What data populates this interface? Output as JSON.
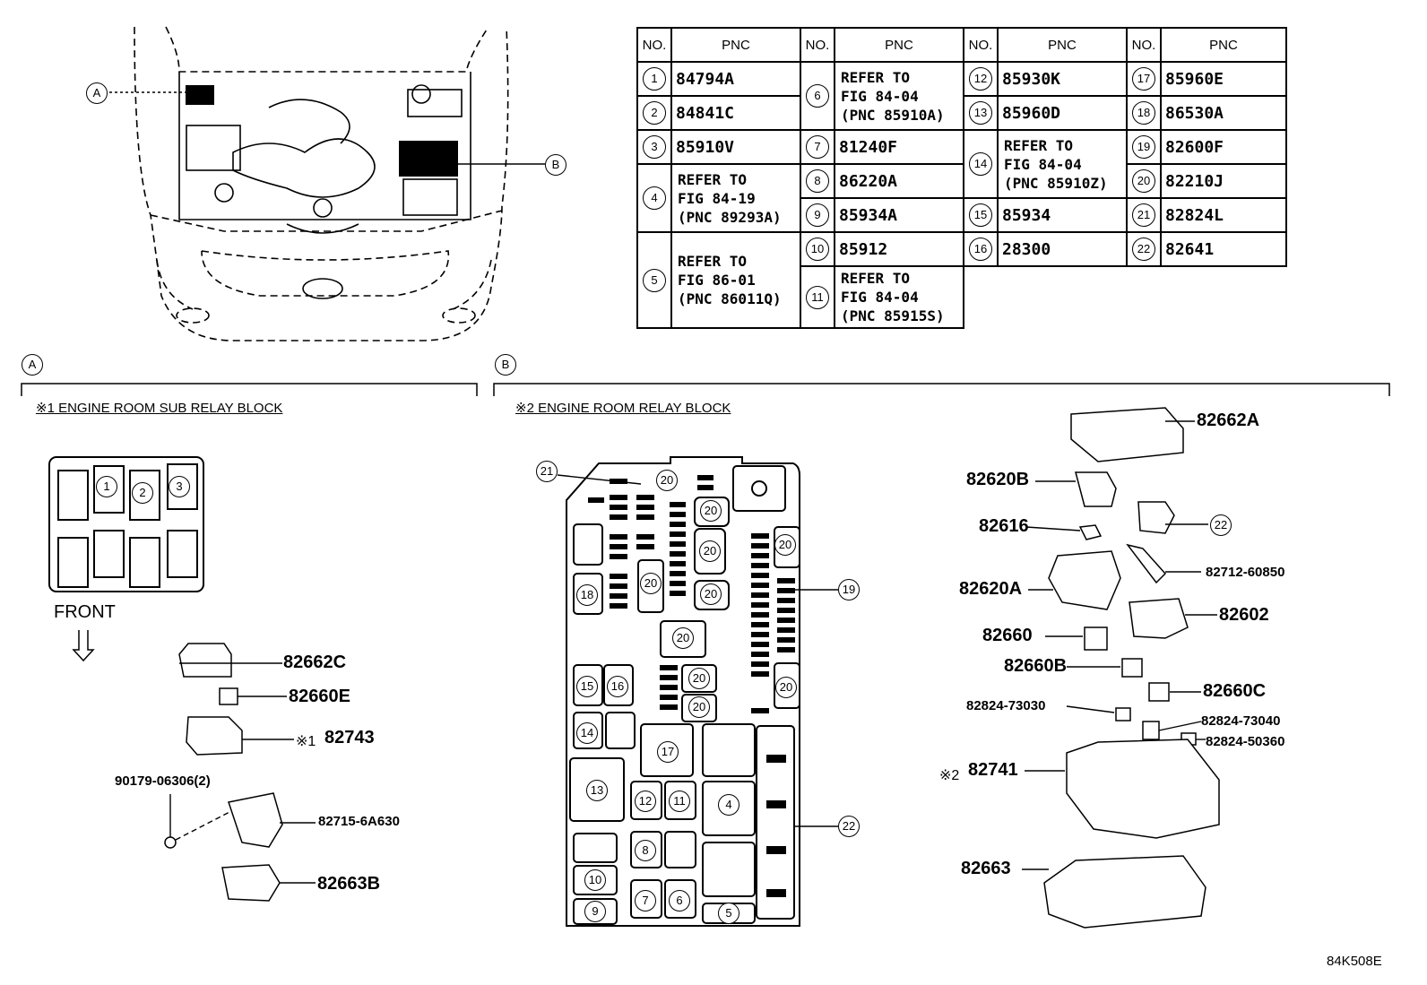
{
  "table": {
    "col_no": "NO.",
    "col_pnc": "PNC",
    "rows": [
      {
        "no": "1",
        "pnc": "84794A"
      },
      {
        "no": "2",
        "pnc": "84841C"
      },
      {
        "no": "3",
        "pnc": "85910V"
      },
      {
        "no": "4",
        "pnc": "REFER TO\nFIG 84-19\n(PNC 89293A)"
      },
      {
        "no": "5",
        "pnc": "REFER TO\nFIG 86-01\n(PNC 86011Q)"
      },
      {
        "no": "6",
        "pnc": "REFER TO\nFIG 84-04\n(PNC 85910A)"
      },
      {
        "no": "7",
        "pnc": "81240F"
      },
      {
        "no": "8",
        "pnc": "86220A"
      },
      {
        "no": "9",
        "pnc": "85934A"
      },
      {
        "no": "10",
        "pnc": "85912"
      },
      {
        "no": "11",
        "pnc": "REFER TO\nFIG 84-04\n(PNC 85915S)"
      },
      {
        "no": "12",
        "pnc": "85930K"
      },
      {
        "no": "13",
        "pnc": "85960D"
      },
      {
        "no": "14",
        "pnc": "REFER TO\nFIG 84-04\n(PNC 85910Z)"
      },
      {
        "no": "15",
        "pnc": "85934"
      },
      {
        "no": "16",
        "pnc": "28300"
      },
      {
        "no": "17",
        "pnc": "85960E"
      },
      {
        "no": "18",
        "pnc": "86530A"
      },
      {
        "no": "19",
        "pnc": "82600F"
      },
      {
        "no": "20",
        "pnc": "82210J"
      },
      {
        "no": "21",
        "pnc": "82824L"
      },
      {
        "no": "22",
        "pnc": "82641"
      }
    ]
  },
  "overview": {
    "callout_a": "A",
    "callout_b": "B"
  },
  "section_a": {
    "marker": "A",
    "title": "※1 ENGINE ROOM SUB RELAY BLOCK",
    "front_label": "FRONT",
    "slots": [
      "1",
      "2",
      "3"
    ],
    "parts": {
      "p1": "82662C",
      "p2": "82660E",
      "p3_prefix": "※1",
      "p3": "82743",
      "p4": "90179-06306(2)",
      "p5": "82715-6A630",
      "p6": "82663B"
    }
  },
  "section_b": {
    "marker": "B",
    "title": "※2 ENGINE ROOM RELAY BLOCK",
    "block_callouts": {
      "c21": "21",
      "c20a": "20",
      "c20b": "20",
      "c20c": "20",
      "c20d": "20",
      "c20e": "20",
      "c20f": "20",
      "c20g": "20",
      "c20h": "20",
      "c20i": "20",
      "c20j": "20",
      "c19": "19",
      "c18": "18",
      "c17": "17",
      "c16": "16",
      "c15": "15",
      "c14": "14",
      "c13": "13",
      "c12": "12",
      "c11": "11",
      "c10": "10",
      "c9": "9",
      "c8": "8",
      "c7": "7",
      "c6": "6",
      "c5": "5",
      "c4": "4",
      "c22": "22"
    },
    "parts": {
      "p1": "82662A",
      "p2": "82620B",
      "p3": "82616",
      "p4_callout": "22",
      "p5": "82712-60850",
      "p6": "82620A",
      "p7": "82602",
      "p8": "82660",
      "p9": "82660B",
      "p10": "82660C",
      "p11": "82824-73030",
      "p12": "82824-73040",
      "p13": "82824-50360",
      "p14_prefix": "※2",
      "p14": "82741",
      "p15": "82663"
    }
  },
  "figure_id": "84K508E"
}
